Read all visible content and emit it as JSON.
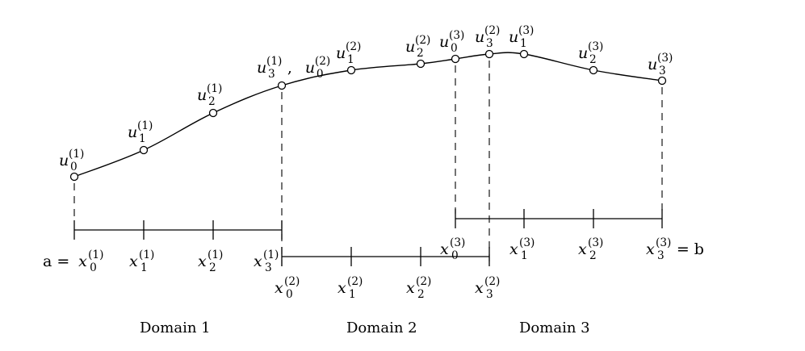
{
  "diagram": {
    "curve_points": [
      {
        "sym": "u",
        "sub": "0",
        "sup": "(1)"
      },
      {
        "sym": "u",
        "sub": "1",
        "sup": "(1)"
      },
      {
        "sym": "u",
        "sub": "2",
        "sup": "(1)"
      },
      {
        "sym": "u",
        "sub": "3",
        "sup": "(1)",
        "extra_sym": "u",
        "extra_sub": "0",
        "extra_sup": "(2)"
      },
      {
        "sym": "u",
        "sub": "1",
        "sup": "(2)"
      },
      {
        "sym": "u",
        "sub": "2",
        "sup": "(2)"
      },
      {
        "sym": "u",
        "sub": "0",
        "sup": "(3)"
      },
      {
        "sym": "u",
        "sub": "3",
        "sup": "(2)"
      },
      {
        "sym": "u",
        "sub": "1",
        "sup": "(3)"
      },
      {
        "sym": "u",
        "sub": "2",
        "sup": "(3)"
      },
      {
        "sym": "u",
        "sub": "3",
        "sup": "(3)"
      }
    ],
    "axis_labels": {
      "d1": [
        {
          "prefix": "a = ",
          "sym": "x",
          "sub": "0",
          "sup": "(1)"
        },
        {
          "sym": "x",
          "sub": "1",
          "sup": "(1)"
        },
        {
          "sym": "x",
          "sub": "2",
          "sup": "(1)"
        },
        {
          "sym": "x",
          "sub": "3",
          "sup": "(1)"
        }
      ],
      "d2": [
        {
          "sym": "x",
          "sub": "0",
          "sup": "(2)"
        },
        {
          "sym": "x",
          "sub": "1",
          "sup": "(2)"
        },
        {
          "sym": "x",
          "sub": "2",
          "sup": "(2)"
        },
        {
          "sym": "x",
          "sub": "3",
          "sup": "(2)"
        }
      ],
      "d3": [
        {
          "sym": "x",
          "sub": "0",
          "sup": "(3)"
        },
        {
          "sym": "x",
          "sub": "1",
          "sup": "(3)"
        },
        {
          "sym": "x",
          "sub": "2",
          "sup": "(3)"
        },
        {
          "sym": "x",
          "sub": "3",
          "sup": "(3)",
          "suffix": " = b"
        }
      ]
    },
    "domains": [
      "Domain 1",
      "Domain 2",
      "Domain 3"
    ]
  }
}
